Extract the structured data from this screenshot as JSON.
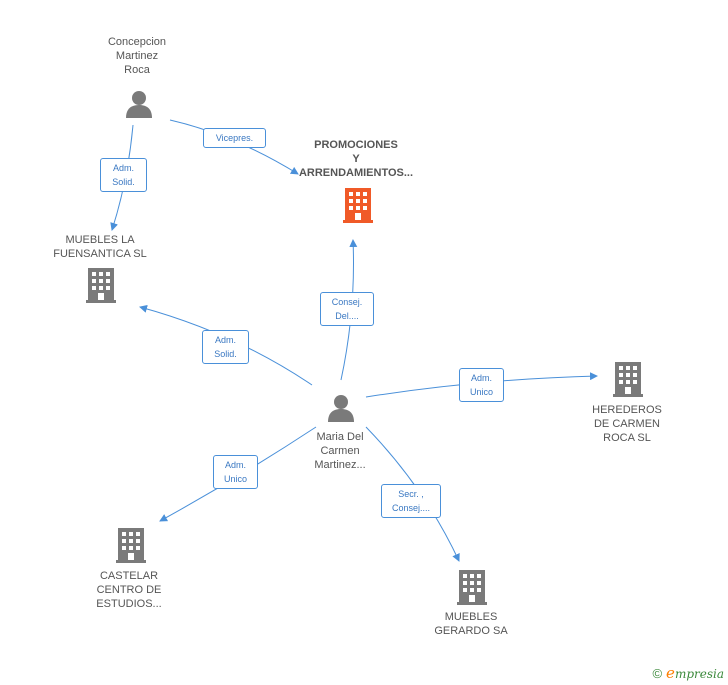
{
  "nodes": {
    "concepcion": {
      "label": "Concepcion\nMartinez\nRoca",
      "type": "person"
    },
    "promociones": {
      "label": "PROMOCIONES\nY\nARRENDAMIENTOS...",
      "type": "company-main"
    },
    "muebles_la": {
      "label": "MUEBLES LA\nFUENSANTICA SL",
      "type": "company"
    },
    "maria": {
      "label": "Maria Del\nCarmen\nMartinez...",
      "type": "person"
    },
    "herederos": {
      "label": "HEREDEROS\nDE CARMEN\nROCA SL",
      "type": "company"
    },
    "castelar": {
      "label": "CASTELAR\nCENTRO DE\nESTUDIOS...",
      "type": "company"
    },
    "muebles_gerardo": {
      "label": "MUEBLES\nGERARDO SA",
      "type": "company"
    }
  },
  "edges": {
    "e1": {
      "label": "Vicepres."
    },
    "e2": {
      "label": "Adm.\nSolid."
    },
    "e3": {
      "label": "Consej.\nDel...."
    },
    "e4": {
      "label": "Adm.\nSolid."
    },
    "e5": {
      "label": "Adm.\nUnico"
    },
    "e6": {
      "label": "Adm.\nUnico"
    },
    "e7": {
      "label": "Secr. ,\nConsej...."
    }
  },
  "footer": {
    "copyright": "©",
    "brand_initial": "e",
    "brand_rest": "mpresia"
  },
  "colors": {
    "edge": "#4a90d9",
    "icon": "#7a7a7a",
    "main_icon": "#f05a28"
  }
}
